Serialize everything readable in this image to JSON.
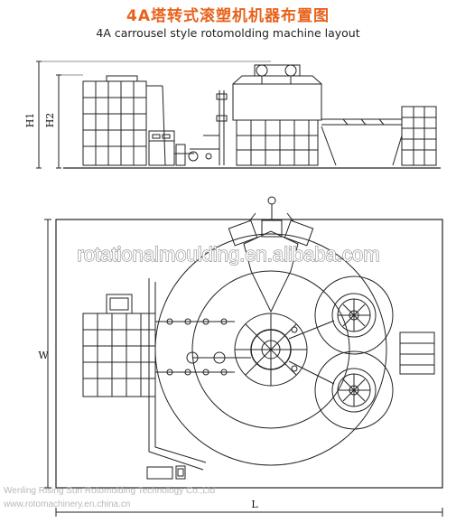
{
  "header": {
    "title_cn": "4A塔转式滚塑机机器布置图",
    "title_en": "4A carrousel style rotomolding machine layout"
  },
  "dimensions": {
    "h1": "H1",
    "h2": "H2",
    "w": "W",
    "l": "L"
  },
  "watermark": {
    "text": "rotationalmoulding.en.alibaba.com"
  },
  "footer": {
    "company": "Wenling Rising Sun Rotomolding Technology Co.,Ltd",
    "website": "www.rotomachinery.en.china.cn"
  },
  "colors": {
    "title": "#e8621c",
    "line": "#222222",
    "watermark": "#ffffff"
  }
}
